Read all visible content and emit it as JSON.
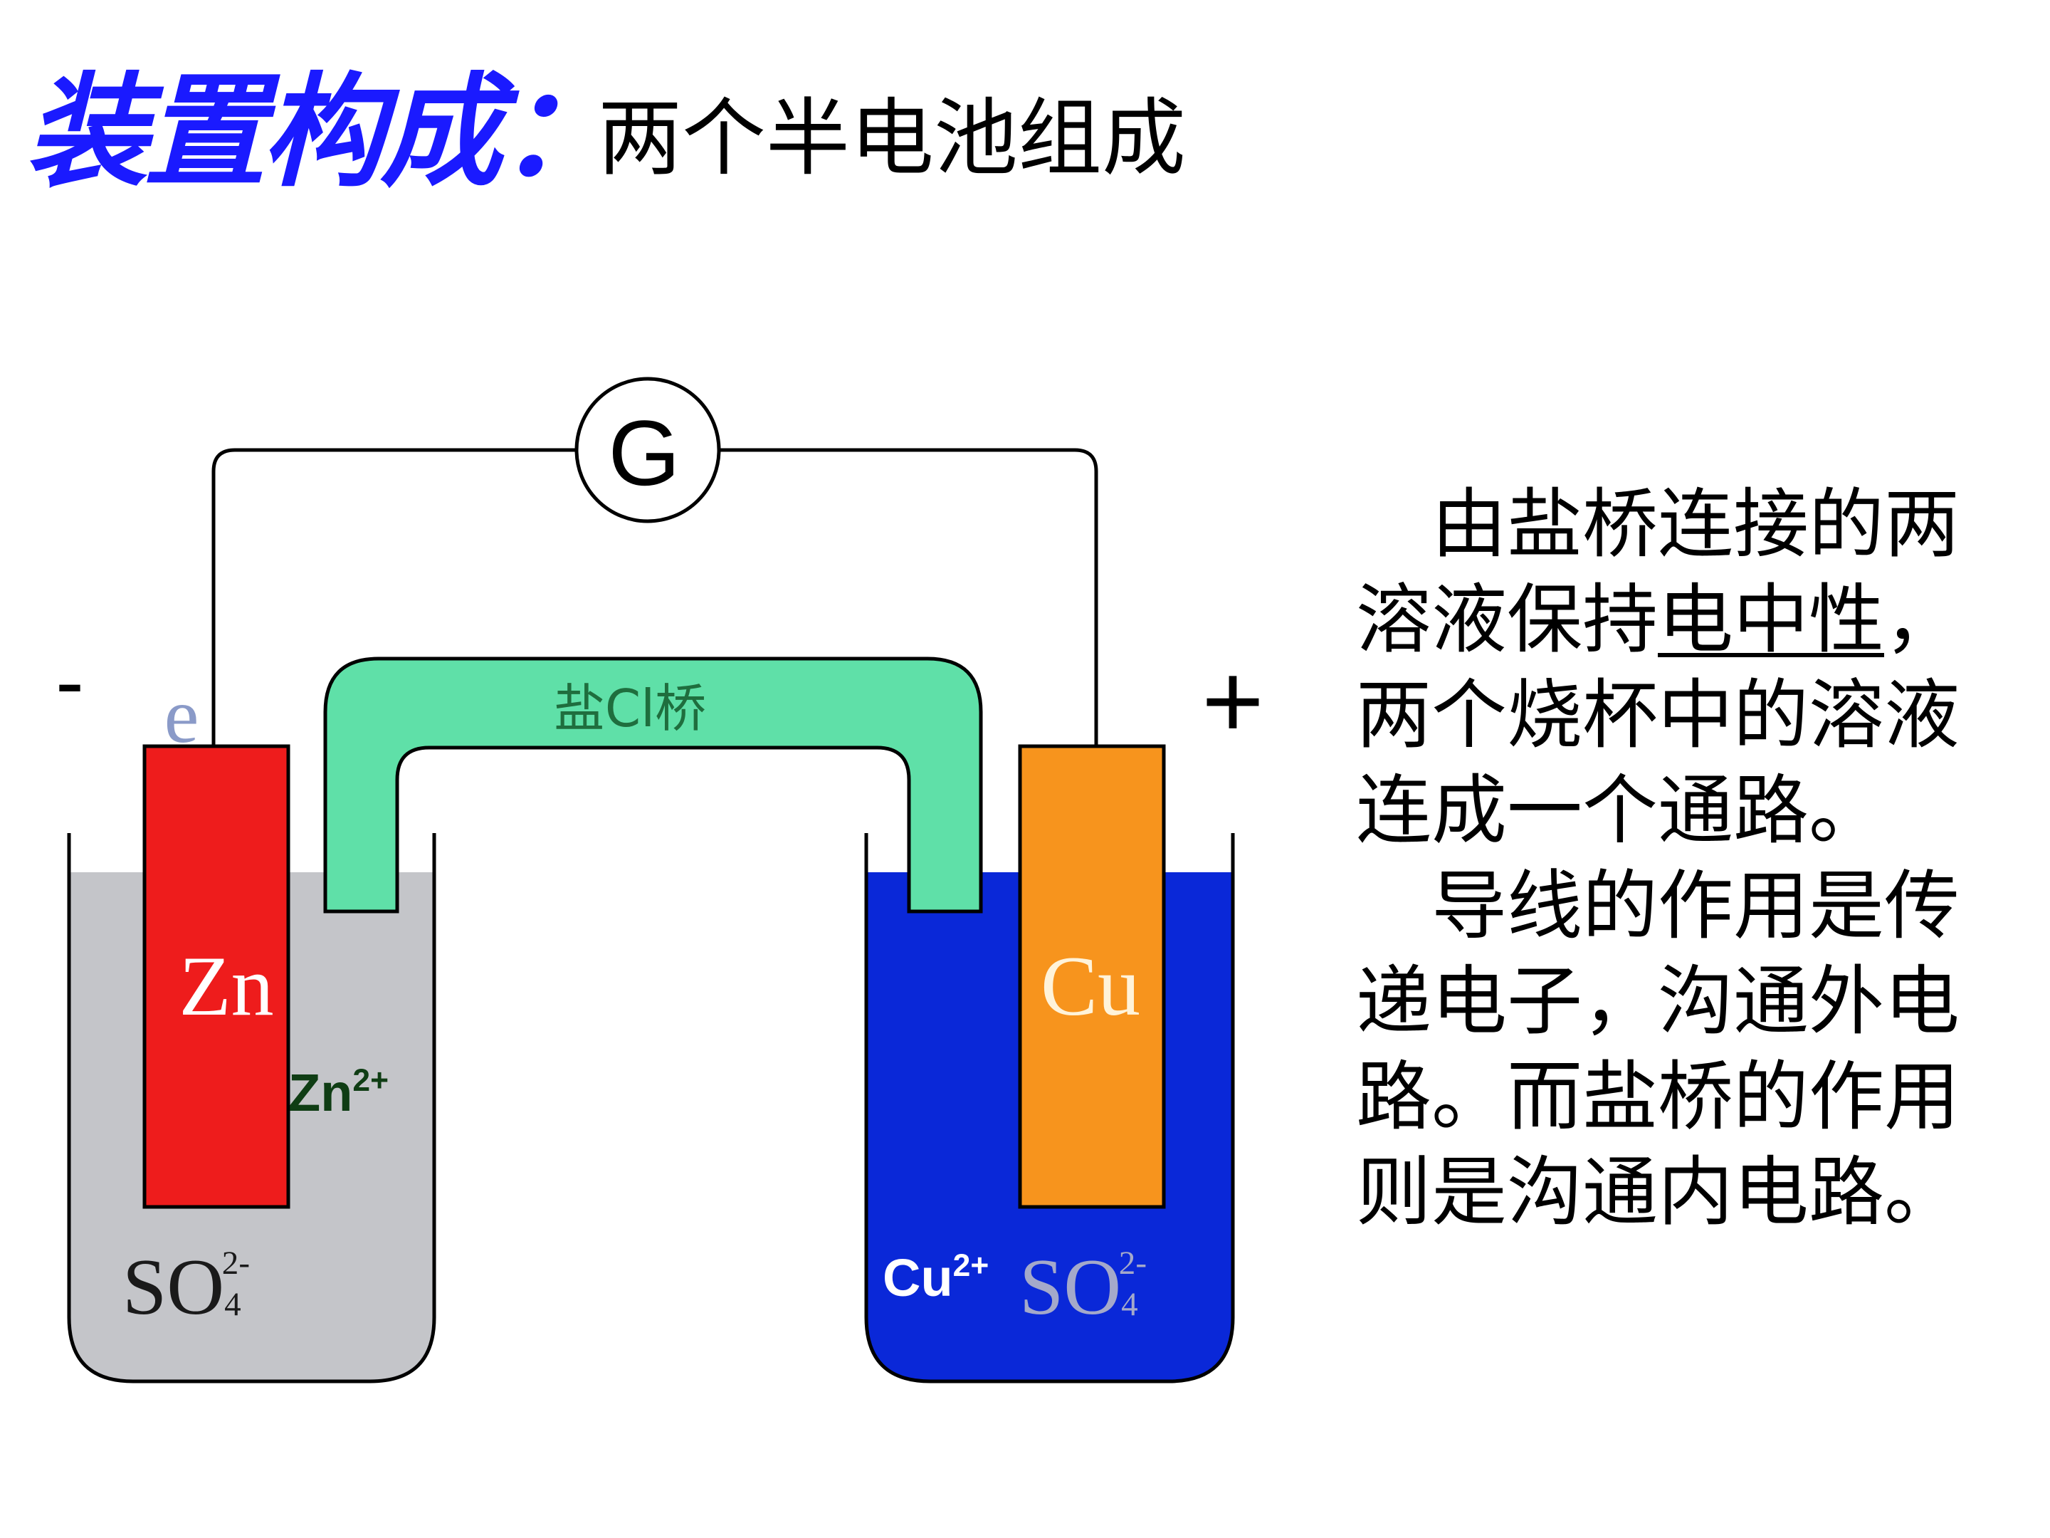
{
  "title": {
    "bold": "装置构成：",
    "rest": "两个半电池组成",
    "bold_color": "#1a1aff"
  },
  "diagram": {
    "galvanometer_label": "G",
    "anode_sign": "-",
    "cathode_sign": "+",
    "electron_label": "e",
    "salt_bridge_label": "盐Cl桥",
    "zinc_electrode_label": "Zn",
    "zinc_ion_label": "Zn2+",
    "copper_electrode_label": "Cu",
    "copper_ion_label": "Cu2+",
    "sulfate_left_label": "SO42-",
    "sulfate_right_label": "SO42-",
    "colors": {
      "zinc": "#ee1c1c",
      "copper": "#f7941d",
      "salt_bridge": "#5fe0a8",
      "left_solution": "#c4c5c9",
      "right_solution": "#0a28d8",
      "zinc_ion_text": "#0f3d14"
    }
  },
  "explanation": {
    "p1_before": "由盐桥连接的两溶液保持",
    "p1_underlined": "电中性",
    "p1_after": "，两个烧杯中的溶液连成一个通路。",
    "p2": "导线的作用是传递电子，沟通外电路。而盐桥的作用则是沟通内电路。"
  }
}
